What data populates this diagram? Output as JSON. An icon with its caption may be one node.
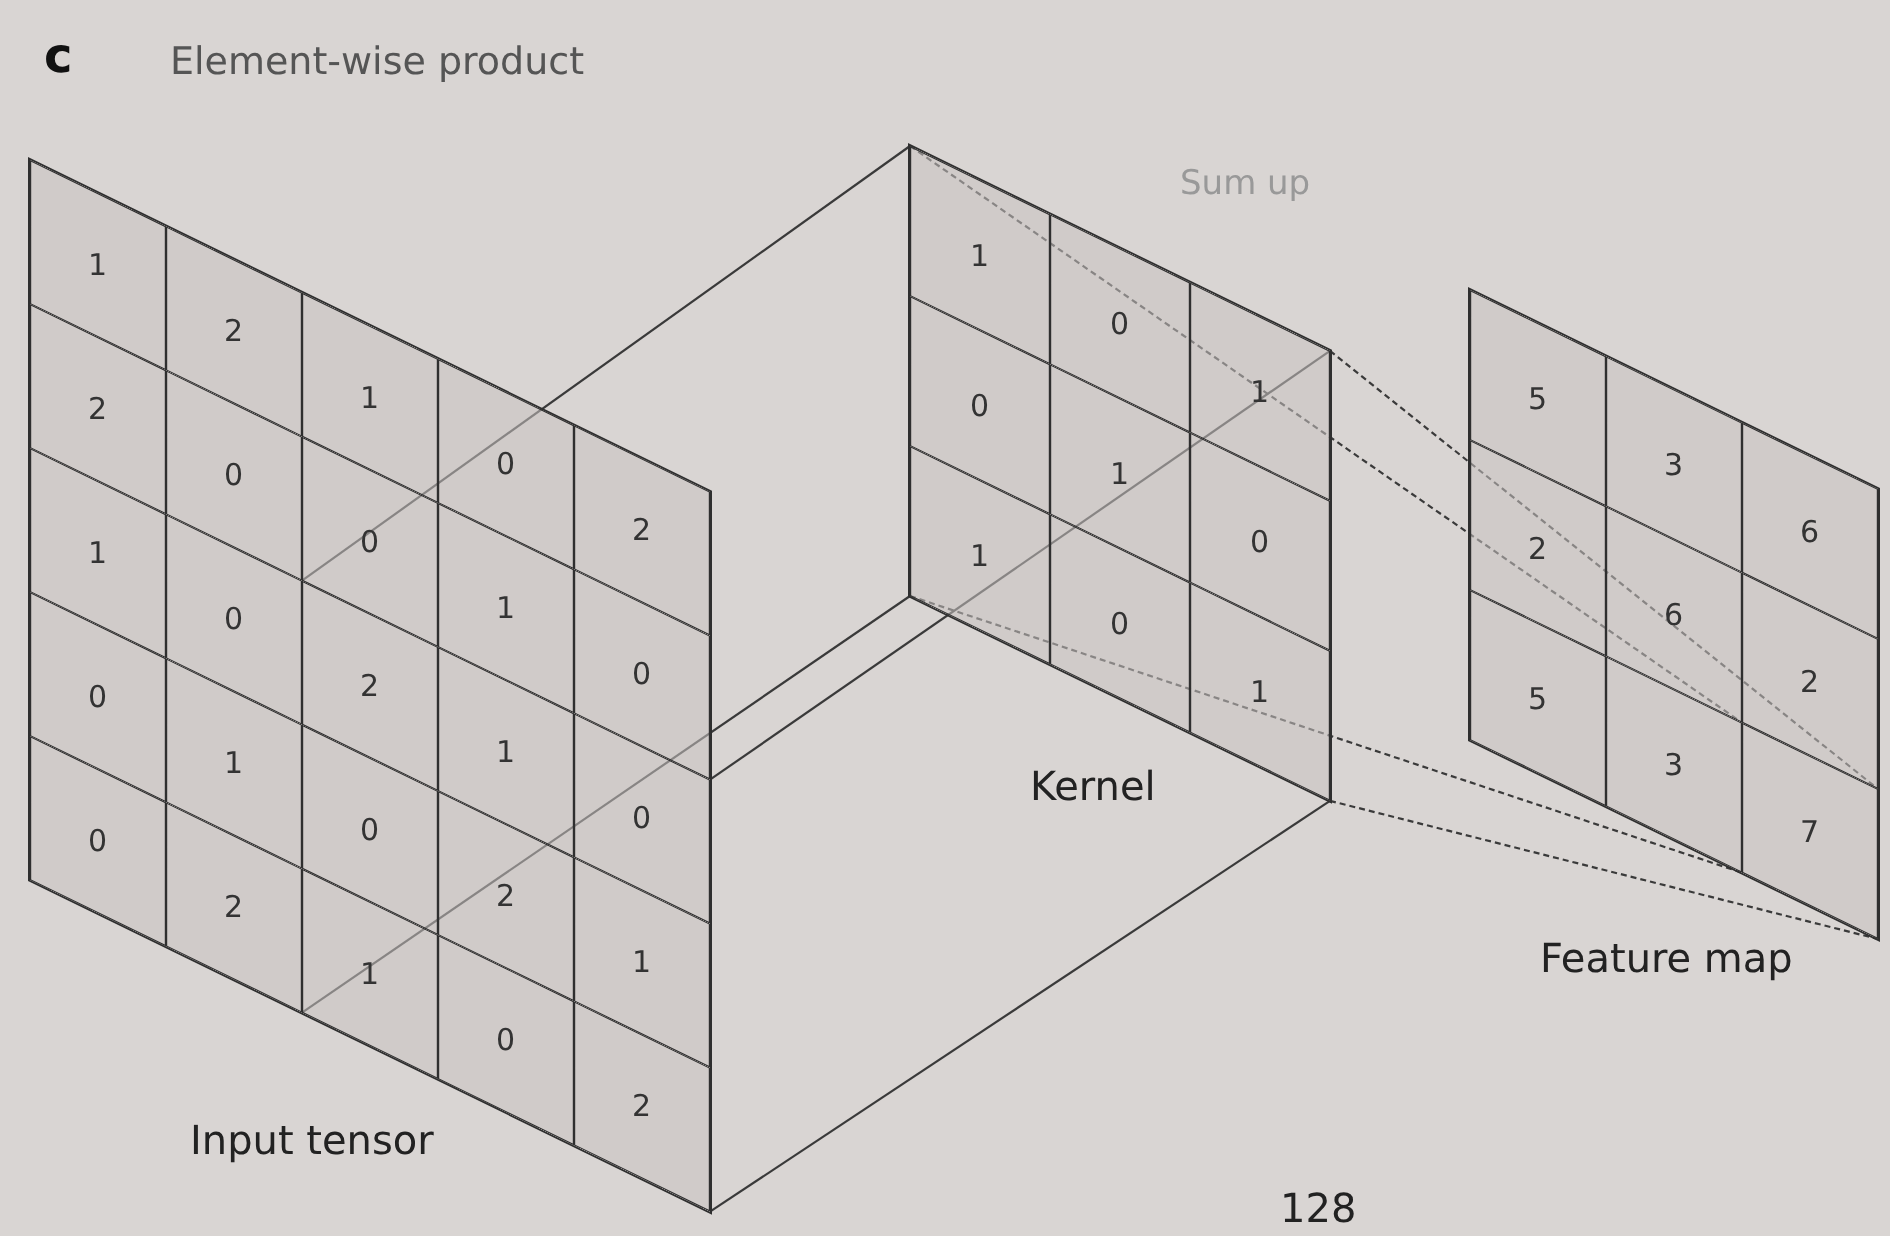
{
  "diagram": {
    "nodes": [
      {
        "text": [
          "Input tensor"
        ]
      },
      {
        "text": [
          "Kernel"
        ]
      },
      {
        "text": [
          "Feature map"
        ]
      }
    ],
    "edges": [
      {
        "from": 0,
        "to": 1,
        "arrow": "none"
      },
      {
        "from": 0,
        "to": 1,
        "arrow": "none"
      },
      {
        "from": 0,
        "to": 1,
        "arrow": "none"
      },
      {
        "from": 0,
        "to": 1,
        "arrow": "none"
      },
      {
        "from": 1,
        "to": 2,
        "arrow": "none",
        "style": "dashed"
      },
      {
        "from": 1,
        "to": 2,
        "arrow": "none",
        "style": "dashed"
      },
      {
        "from": 1,
        "to": 2,
        "arrow": "none",
        "style": "dashed"
      },
      {
        "from": 1,
        "to": 2,
        "arrow": "none",
        "style": "dashed"
      }
    ],
    "labels": [
      "c",
      "Element-wise product",
      "1",
      "2",
      "1",
      "0",
      "2",
      "2",
      "0",
      "0",
      "1",
      "0",
      "1",
      "0",
      "2",
      "1",
      "0",
      "0",
      "1",
      "0",
      "2",
      "1",
      "0",
      "2",
      "1",
      "0",
      "2",
      "1",
      "0",
      "1",
      "0",
      "1",
      "0",
      "1",
      "0",
      "1",
      "Sum up",
      "5",
      "3",
      "6",
      "2",
      "6",
      "2",
      "5",
      "3",
      "7",
      "128"
    ]
  }
}
